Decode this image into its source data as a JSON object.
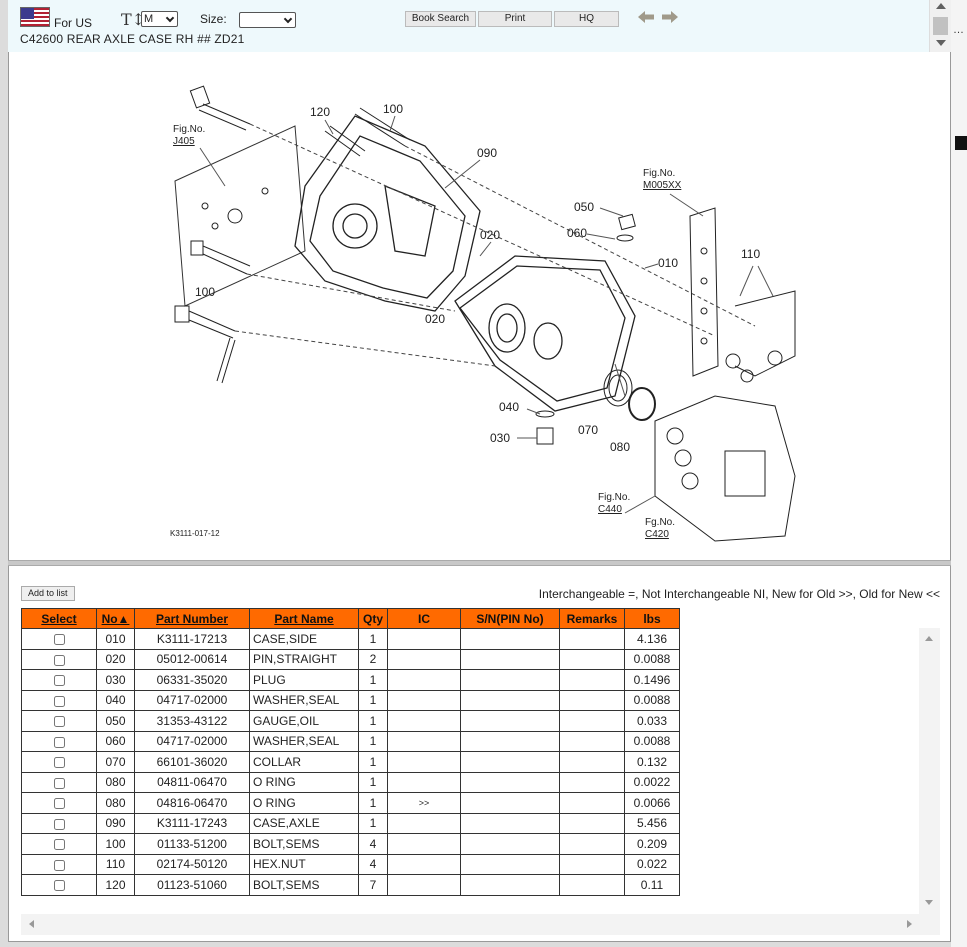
{
  "header": {
    "locale_label": "For US",
    "font_select_value": "M",
    "size_label": "Size:",
    "size_select_value": "",
    "buttons": {
      "book_search": "Book Search",
      "print": "Print",
      "hq": "HQ"
    },
    "page_title": "C42600 REAR AXLE CASE RH ## ZD21"
  },
  "diagram": {
    "labels": {
      "fig_j405_a": "Fig.No.",
      "fig_j405_b": "J405",
      "fig_m005_a": "Fig.No.",
      "fig_m005_b": "M005XX",
      "fig_c440_a": "Fig.No.",
      "fig_c440_b": "C440",
      "fig_c420_a": "Fg.No.",
      "fig_c420_b": "C420",
      "c120": "120",
      "c100a": "100",
      "c090": "090",
      "c100b": "100",
      "c020a": "020",
      "c020b": "020",
      "c050": "050",
      "c060": "060",
      "c010": "010",
      "c110": "110",
      "c040": "040",
      "c030": "030",
      "c070": "070",
      "c080": "080",
      "drawing_id": "K3111-017-12"
    }
  },
  "parts_panel": {
    "add_to_list_label": "Add to list",
    "legend": "Interchangeable =, Not Interchangeable NI, New for Old >>, Old for New <<",
    "columns": {
      "select": "Select",
      "no": "No▲",
      "part_number": "Part Number",
      "part_name": "Part Name",
      "qty": "Qty",
      "ic": "IC",
      "sn": "S/N(PIN No)",
      "remarks": "Remarks",
      "lbs": "lbs"
    },
    "rows": [
      {
        "no": "010",
        "part_number": "K3111-17213",
        "part_name": "CASE,SIDE",
        "qty": "1",
        "ic": "",
        "sn": "",
        "remarks": "",
        "lbs": "4.136"
      },
      {
        "no": "020",
        "part_number": "05012-00614",
        "part_name": "PIN,STRAIGHT",
        "qty": "2",
        "ic": "",
        "sn": "",
        "remarks": "",
        "lbs": "0.0088"
      },
      {
        "no": "030",
        "part_number": "06331-35020",
        "part_name": "PLUG",
        "qty": "1",
        "ic": "",
        "sn": "",
        "remarks": "",
        "lbs": "0.1496"
      },
      {
        "no": "040",
        "part_number": "04717-02000",
        "part_name": "WASHER,SEAL",
        "qty": "1",
        "ic": "",
        "sn": "",
        "remarks": "",
        "lbs": "0.0088"
      },
      {
        "no": "050",
        "part_number": "31353-43122",
        "part_name": "GAUGE,OIL",
        "qty": "1",
        "ic": "",
        "sn": "",
        "remarks": "",
        "lbs": "0.033"
      },
      {
        "no": "060",
        "part_number": "04717-02000",
        "part_name": "WASHER,SEAL",
        "qty": "1",
        "ic": "",
        "sn": "",
        "remarks": "",
        "lbs": "0.0088"
      },
      {
        "no": "070",
        "part_number": "66101-36020",
        "part_name": "COLLAR",
        "qty": "1",
        "ic": "",
        "sn": "",
        "remarks": "",
        "lbs": "0.132"
      },
      {
        "no": "080",
        "part_number": "04811-06470",
        "part_name": "O RING",
        "qty": "1",
        "ic": "",
        "sn": "",
        "remarks": "",
        "lbs": "0.0022"
      },
      {
        "no": "080",
        "part_number": "04816-06470",
        "part_name": "O RING",
        "qty": "1",
        "ic": ">>",
        "sn": "",
        "remarks": "",
        "lbs": "0.0066"
      },
      {
        "no": "090",
        "part_number": "K3111-17243",
        "part_name": "CASE,AXLE",
        "qty": "1",
        "ic": "",
        "sn": "",
        "remarks": "",
        "lbs": "5.456"
      },
      {
        "no": "100",
        "part_number": "01133-51200",
        "part_name": "BOLT,SEMS",
        "qty": "4",
        "ic": "",
        "sn": "",
        "remarks": "",
        "lbs": "0.209"
      },
      {
        "no": "110",
        "part_number": "02174-50120",
        "part_name": "HEX.NUT",
        "qty": "4",
        "ic": "",
        "sn": "",
        "remarks": "",
        "lbs": "0.022"
      },
      {
        "no": "120",
        "part_number": "01123-51060",
        "part_name": "BOLT,SEMS",
        "qty": "7",
        "ic": "",
        "sn": "",
        "remarks": "",
        "lbs": "0.11"
      }
    ]
  },
  "colors": {
    "header_bg": "#eef9fc",
    "table_header": "#ff6a00",
    "flag_red": "#b22234",
    "flag_blue": "#3c3b8e"
  }
}
